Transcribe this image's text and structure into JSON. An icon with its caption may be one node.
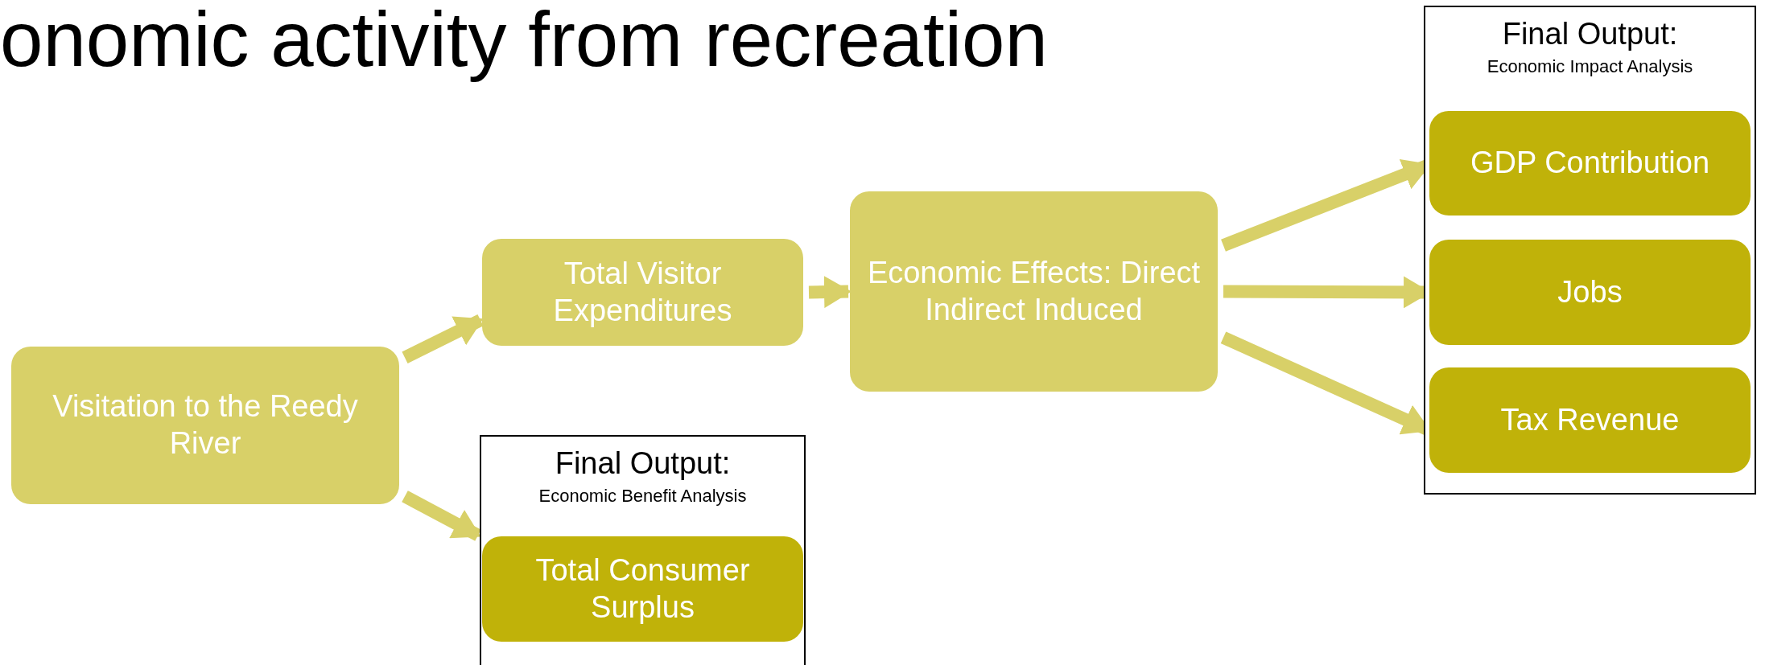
{
  "diagram": {
    "title": "onomic activity from recreation",
    "nodes": [
      {
        "text": [
          "Visitation to the Reedy River"
        ]
      },
      {
        "text": [
          "Total Visitor Expenditures"
        ]
      },
      {
        "text": [
          "Economic Effects: Direct Indirect Induced"
        ]
      },
      {
        "text": [
          "Final Output:",
          "Economic Benefit Analysis"
        ]
      },
      {
        "text": [
          "Total Consumer Surplus"
        ],
        "in": 3
      },
      {
        "text": [
          "Final Output:",
          "Economic Impact Analysis"
        ]
      },
      {
        "text": [
          "GDP Contribution"
        ],
        "in": 5
      },
      {
        "text": [
          "Jobs"
        ],
        "in": 5
      },
      {
        "text": [
          "Tax Revenue"
        ],
        "in": 5
      }
    ],
    "edges": [
      {
        "from": 0,
        "to": 1,
        "arrow": "to"
      },
      {
        "from": 0,
        "to": 3,
        "arrow": "to"
      },
      {
        "from": 1,
        "to": 2,
        "arrow": "to"
      },
      {
        "from": 2,
        "to": 6,
        "arrow": "to"
      },
      {
        "from": 2,
        "to": 7,
        "arrow": "to"
      },
      {
        "from": 2,
        "to": 8,
        "arrow": "to"
      }
    ]
  }
}
